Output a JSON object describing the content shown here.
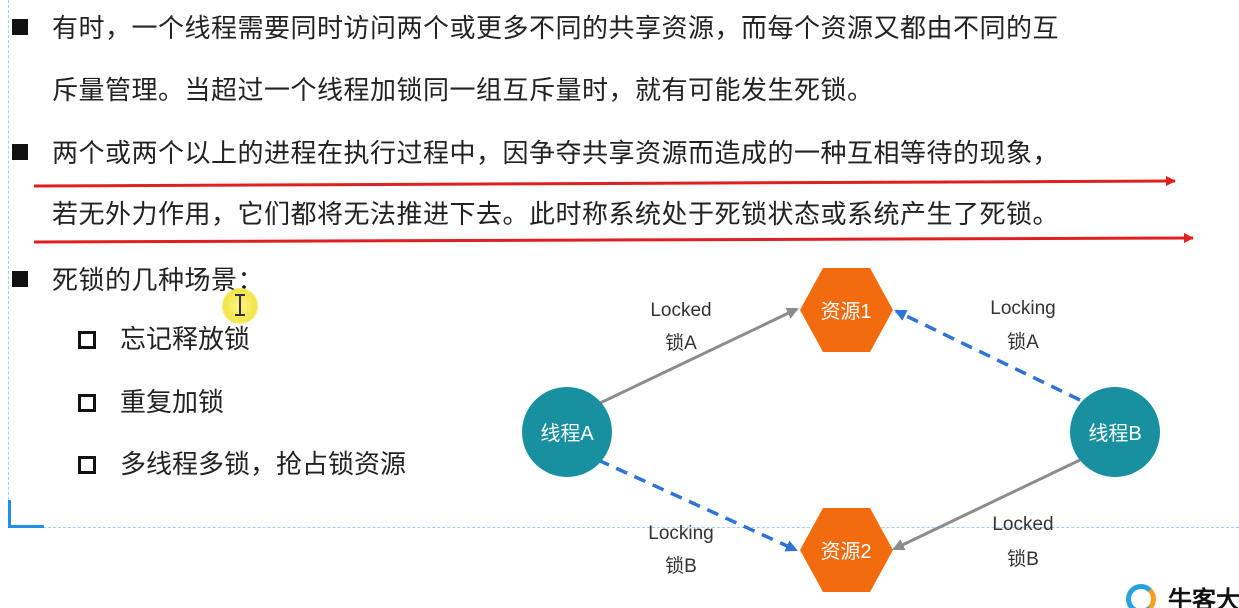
{
  "bullets": [
    {
      "lines": [
        "有时，一个线程需要同时访问两个或更多不同的共享资源，而每个资源又都由不同的互",
        "斥量管理。当超过一个线程加锁同一组互斥量时，就有可能发生死锁。"
      ]
    },
    {
      "lines": [
        "两个或两个以上的进程在执行过程中，因争夺共享资源而造成的一种互相等待的现象，",
        "若无外力作用，它们都将无法推进下去。此时称系统处于死锁状态或系统产生了死锁。"
      ]
    },
    {
      "lines": [
        "死锁的几种场景："
      ]
    }
  ],
  "scenarios": [
    "忘记释放锁",
    "重复加锁",
    "多线程多锁，抢占锁资源"
  ],
  "diagram": {
    "threads": [
      "线程A",
      "线程B"
    ],
    "resources": [
      "资源1",
      "资源2"
    ],
    "edges": [
      {
        "name": "edge-a-r1",
        "status": "Locked",
        "lock": "锁A",
        "style": "solid"
      },
      {
        "name": "edge-b-r1",
        "status": "Locking",
        "lock": "锁A",
        "style": "dashed"
      },
      {
        "name": "edge-a-r2",
        "status": "Locking",
        "lock": "锁B",
        "style": "dashed"
      },
      {
        "name": "edge-b-r2",
        "status": "Locked",
        "lock": "锁B",
        "style": "solid"
      }
    ]
  },
  "colors": {
    "thread_fill": "#18909f",
    "resource_fill": "#f26b0f",
    "solid_edge": "#8c8c8c",
    "dashed_edge": "#2e73d6",
    "underline": "#e02020"
  },
  "logo": {
    "text": "牛客大"
  }
}
